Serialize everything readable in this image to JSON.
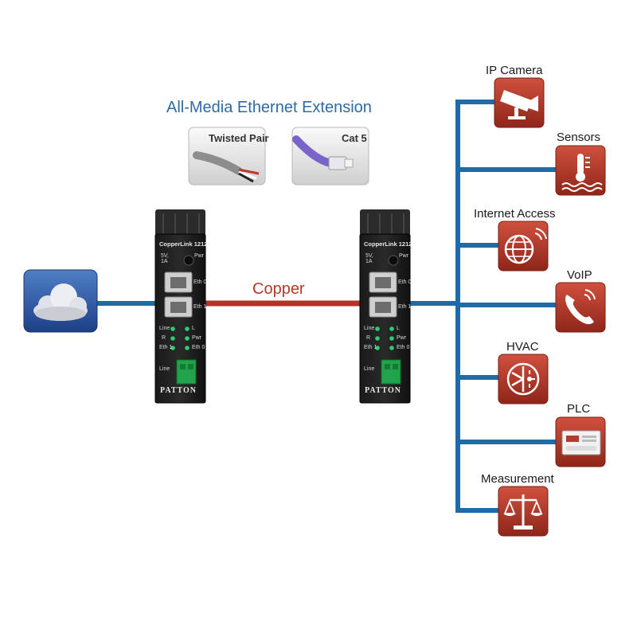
{
  "title": "All-Media Ethernet Extension",
  "link_label": "Copper",
  "media": {
    "twisted_pair": "Twisted Pair",
    "cat5": "Cat 5"
  },
  "device": {
    "model": "CopperLink 1212",
    "power_spec": "5V,\n1A",
    "pwr": "Pwr",
    "eth0": "Eth 0",
    "eth1": "Eth 1",
    "line": "Line",
    "r": "R",
    "l": "L",
    "brand": "PATTON"
  },
  "endpoints": [
    {
      "label": "IP Camera",
      "icon": "camera-icon"
    },
    {
      "label": "Sensors",
      "icon": "thermometer-icon"
    },
    {
      "label": "Internet Access",
      "icon": "globe-icon"
    },
    {
      "label": "VoIP",
      "icon": "phone-icon"
    },
    {
      "label": "HVAC",
      "icon": "hvac-icon"
    },
    {
      "label": "PLC",
      "icon": "plc-icon"
    },
    {
      "label": "Measurement",
      "icon": "scale-icon"
    }
  ],
  "colors": {
    "network_line": "#1f6aa8",
    "copper_line": "#b23327",
    "endpoint_tile": "#b8392b",
    "cloud_tile": "#2f5da8",
    "title": "#2f6aa3"
  }
}
